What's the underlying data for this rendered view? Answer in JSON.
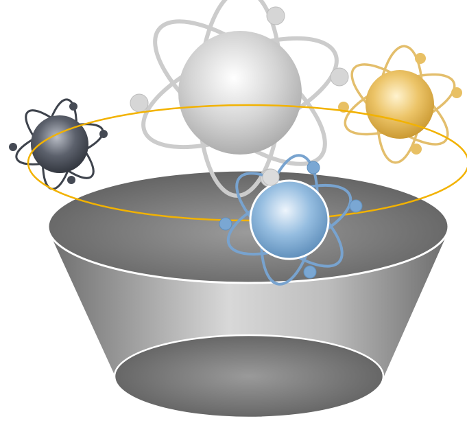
{
  "diagram": {
    "type": "funnel-with-atoms",
    "colors": {
      "background": "#ffffff",
      "funnel_dark": "#6e6e6e",
      "funnel_light": "#c9c9c9",
      "funnel_rim": "#ffffff",
      "orbit_ring": "#f2b200"
    },
    "atoms": [
      {
        "name": "dark-atom",
        "color": "#4a4f5a",
        "highlight": "#b9bdc6"
      },
      {
        "name": "silver-atom",
        "color": "#bdbdbd",
        "highlight": "#ffffff"
      },
      {
        "name": "gold-atom",
        "color": "#e2b24a",
        "highlight": "#fff3cf"
      },
      {
        "name": "blue-atom",
        "color": "#6f9fcc",
        "highlight": "#eef5fc"
      }
    ]
  }
}
